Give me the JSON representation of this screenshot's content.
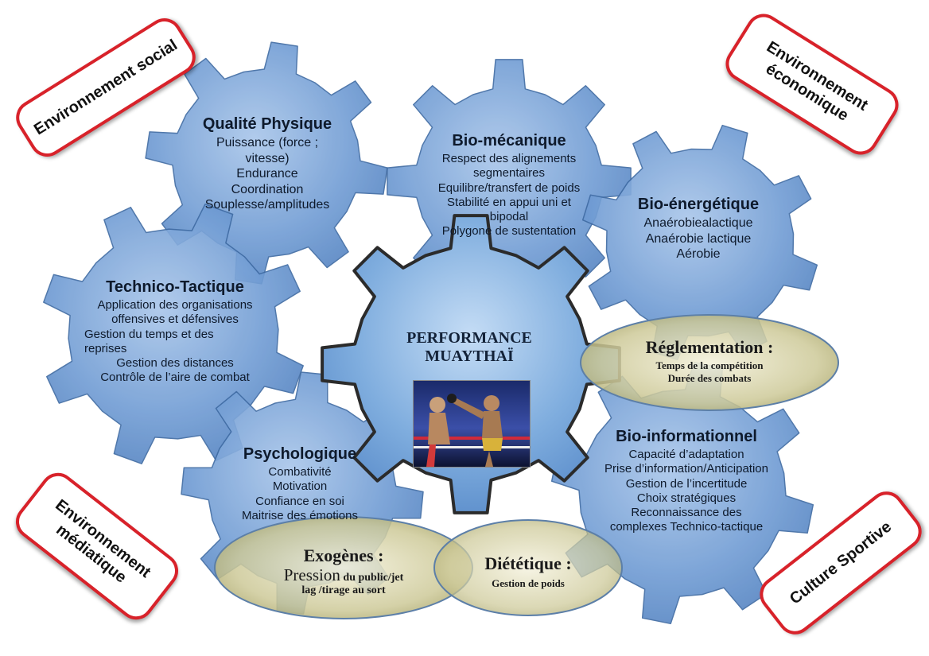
{
  "environments": {
    "social": "Environnement social",
    "economique_line1": "Environnement",
    "economique_line2": "économique",
    "mediatique_line1": "Environnement",
    "mediatique_line2": "médiatique",
    "culture": "Culture Sportive"
  },
  "center": {
    "line1": "PERFORMANCE",
    "line2": "MUAYTHAÏ"
  },
  "qualite_physique": {
    "title": "Qualité Physique",
    "items": [
      "Puissance (force ;",
      "vitesse)",
      "Endurance",
      "Coordination",
      "Souplesse/amplitudes"
    ]
  },
  "bio_mecanique": {
    "title": "Bio-mécanique",
    "items": [
      "Respect des alignements",
      "segmentaires",
      "Equilibre/transfert de poids",
      "Stabilité en appui uni et",
      "bipodal",
      "Polygone de sustentation"
    ]
  },
  "bio_energetique": {
    "title": "Bio-énergétique",
    "items": [
      "Anaérobiealactique",
      "Anaérobie lactique",
      "Aérobie"
    ]
  },
  "technico_tactique": {
    "title": "Technico-Tactique",
    "items": [
      "Application des organisations",
      "offensives et défensives",
      "Gestion du temps et des",
      "reprises",
      "Gestion  des distances",
      "Contrôle de l’aire de combat"
    ]
  },
  "psychologique": {
    "title": "Psychologique",
    "items": [
      "Combativité",
      "Motivation",
      "Confiance en soi",
      "Maitrise des émotions"
    ]
  },
  "bio_informationnel": {
    "title": "Bio-informationnel",
    "items": [
      "Capacité d’adaptation",
      "Prise d’information/Anticipation",
      "Gestion de l’incertitude",
      "Choix stratégiques",
      "Reconnaissance des",
      "complexes Technico-tactique"
    ]
  },
  "reglementation": {
    "title": "Réglementation :",
    "items": [
      "Temps de la compétition",
      "Durée des combats"
    ]
  },
  "exogenes": {
    "title": "Exogènes :",
    "big": "Pression",
    "rest1": " du public/jet",
    "line2": "lag /tirage au sort"
  },
  "dietetique": {
    "title": "Diététique :",
    "item": "Gestion de poids"
  }
}
